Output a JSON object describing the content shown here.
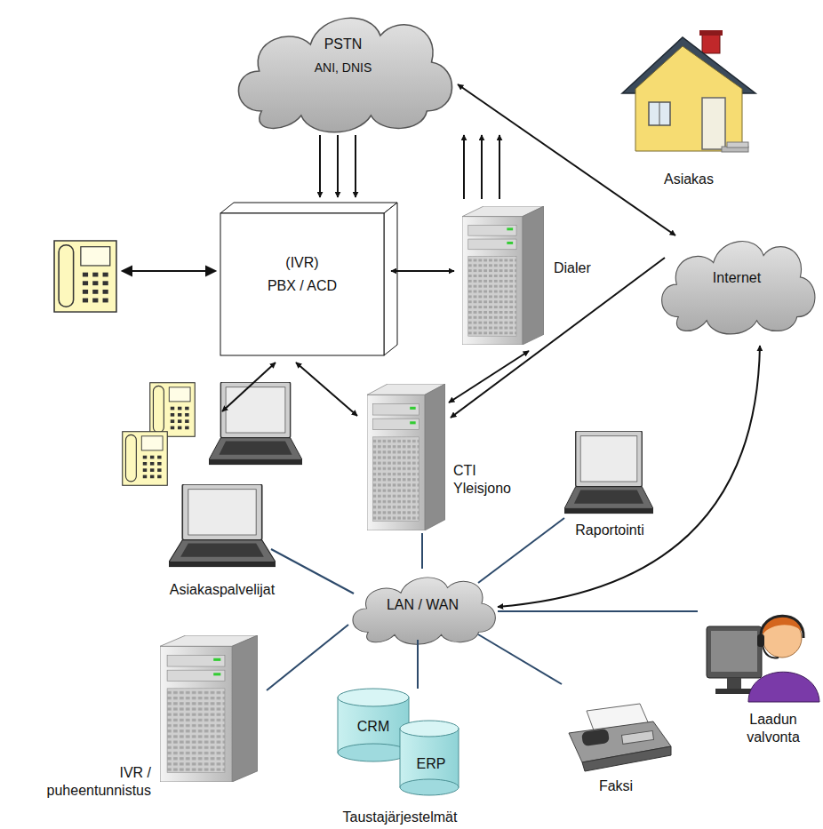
{
  "diagram": {
    "nodes": [
      {
        "text": [
          "PSTN",
          "ANI, DNIS"
        ]
      },
      {
        "text": [
          "Asiakas"
        ]
      },
      {
        "text": [
          "(IVR)",
          "PBX / ACD"
        ]
      },
      {
        "text": [
          "Dialer"
        ]
      },
      {
        "text": [
          "Internet"
        ]
      },
      {
        "text": [
          "CTI Yleisjono"
        ]
      },
      {
        "text": [
          "Asiakaspalvelijat"
        ]
      },
      {
        "text": [
          "Raportointi"
        ]
      },
      {
        "text": [
          "LAN / WAN"
        ]
      },
      {
        "text": [
          "Laadun valvonta"
        ]
      },
      {
        "text": [
          "IVR / puheentunnistus"
        ]
      },
      {
        "text": [
          "Taustajärjestelmät"
        ]
      },
      {
        "text": [
          "CRM"
        ],
        "in": 11
      },
      {
        "text": [
          "ERP"
        ],
        "in": 11
      },
      {
        "text": [
          "Faksi"
        ]
      }
    ],
    "edges": [
      {
        "from": 0,
        "to": 2,
        "arrow": "to"
      },
      {
        "from": 0,
        "to": 2,
        "arrow": "to"
      },
      {
        "from": 0,
        "to": 2,
        "arrow": "to"
      },
      {
        "from": 3,
        "to": 0,
        "arrow": "to"
      },
      {
        "from": 3,
        "to": 0,
        "arrow": "to"
      },
      {
        "from": 3,
        "to": 0,
        "arrow": "to"
      },
      {
        "from": 0,
        "to": 4,
        "arrow": "both"
      },
      {
        "from": 2,
        "to": 3,
        "arrow": "both"
      },
      {
        "from": 2,
        "to": 6,
        "arrow": "both"
      },
      {
        "from": 2,
        "to": 5,
        "arrow": "both"
      },
      {
        "from": 3,
        "to": 5,
        "arrow": "both"
      },
      {
        "from": 4,
        "to": 5,
        "arrow": "to"
      },
      {
        "from": 5,
        "to": 8,
        "arrow": "none"
      },
      {
        "from": 6,
        "to": 8,
        "arrow": "none"
      },
      {
        "from": 7,
        "to": 8,
        "arrow": "none"
      },
      {
        "from": 8,
        "to": 4,
        "arrow": "both"
      },
      {
        "from": 9,
        "to": 8,
        "arrow": "none"
      },
      {
        "from": 10,
        "to": 8,
        "arrow": "none"
      },
      {
        "from": 11,
        "to": 8,
        "arrow": "none"
      },
      {
        "from": 14,
        "to": 8,
        "arrow": "none"
      }
    ]
  }
}
